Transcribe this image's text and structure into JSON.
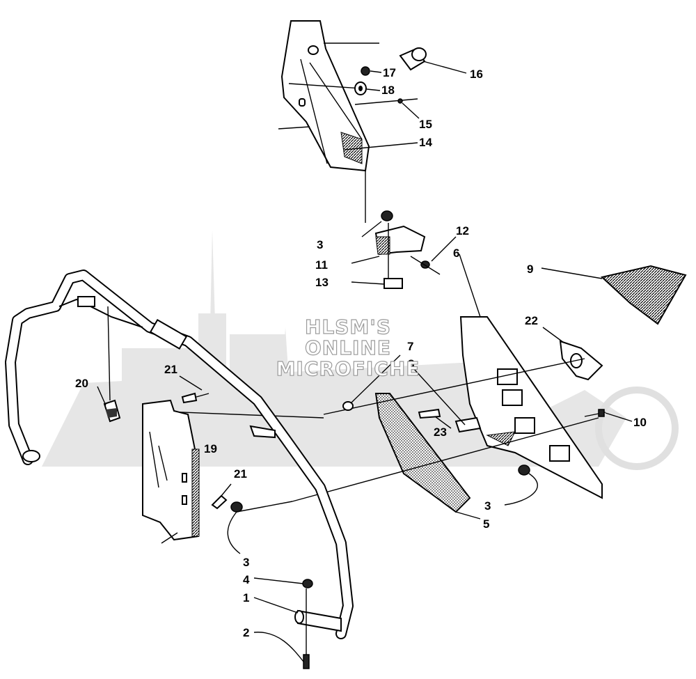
{
  "watermark": {
    "line1": "HLSM'S",
    "line2": "ONLINE",
    "line3": "MICROFICHE"
  },
  "callouts": [
    {
      "id": "c16",
      "label": "16"
    },
    {
      "id": "c17",
      "label": "17"
    },
    {
      "id": "c18",
      "label": "18"
    },
    {
      "id": "c15",
      "label": "15"
    },
    {
      "id": "c14",
      "label": "14"
    },
    {
      "id": "c12",
      "label": "12"
    },
    {
      "id": "c3a",
      "label": "3"
    },
    {
      "id": "c6",
      "label": "6"
    },
    {
      "id": "c11",
      "label": "11"
    },
    {
      "id": "c9",
      "label": "9"
    },
    {
      "id": "c13",
      "label": "13"
    },
    {
      "id": "c22",
      "label": "22"
    },
    {
      "id": "c7",
      "label": "7"
    },
    {
      "id": "c8",
      "label": "8"
    },
    {
      "id": "c21a",
      "label": "21"
    },
    {
      "id": "c20",
      "label": "20"
    },
    {
      "id": "c10",
      "label": "10"
    },
    {
      "id": "c23",
      "label": "23"
    },
    {
      "id": "c19",
      "label": "19"
    },
    {
      "id": "c21b",
      "label": "21"
    },
    {
      "id": "c3b",
      "label": "3"
    },
    {
      "id": "c5",
      "label": "5"
    },
    {
      "id": "c3c",
      "label": "3"
    },
    {
      "id": "c4",
      "label": "4"
    },
    {
      "id": "c1",
      "label": "1"
    },
    {
      "id": "c2",
      "label": "2"
    }
  ]
}
